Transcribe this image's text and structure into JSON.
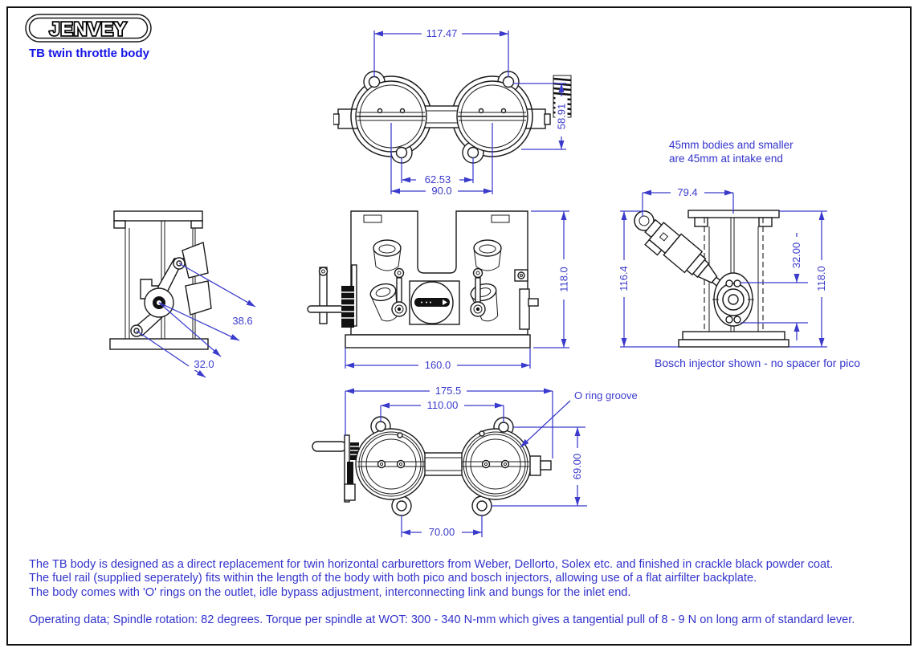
{
  "header": {
    "logo": "JENVEY",
    "title": "TB twin throttle body"
  },
  "views": {
    "plan": {
      "dim_flange_hole_span": "117.47",
      "dim_depth": "58.91",
      "dim_lower_hole_span": "62.53",
      "dim_bore_span": "90.0"
    },
    "side": {
      "dim_long_arm": "38.6",
      "dim_short_arm": "32.0"
    },
    "front": {
      "dim_height": "118.0",
      "dim_length": "160.0"
    },
    "injector": {
      "note_line1": "45mm bodies and smaller",
      "note_line2": "are 45mm at intake end",
      "dim_width": "79.4",
      "dim_injector_height": "116.4",
      "dim_port_spacing": "32.00",
      "dim_height": "118.0",
      "caption": "Bosch injector shown - no spacer for pico"
    },
    "outlet": {
      "dim_overall_length": "175.5",
      "dim_upper_hole_span": "110.00",
      "dim_diagonal_offset": "69.00",
      "dim_lower_hole_span": "70.00",
      "label_oring": "O ring groove"
    }
  },
  "description": {
    "line1": "The TB body is designed as a direct replacement for twin horizontal carburettors from Weber, Dellorto, Solex etc. and finished in crackle black powder coat.",
    "line2": "The fuel rail (supplied seperately) fits within the length of the body with both pico and bosch injectors, allowing use of a flat airfilter backplate.",
    "line3": "The body comes with 'O' rings on the outlet, idle bypass adjustment, interconnecting link and bungs for the inlet end.",
    "operating_data": "Operating data; Spindle rotation: 82 degrees. Torque per spindle at WOT: 300 - 340 N-mm which gives a tangential pull of 8 - 9 N on long arm of standard lever."
  },
  "colors": {
    "dimension_blue": "#3a3acc",
    "body_text_blue": "#3333cc",
    "title_blue": "#1414e6",
    "drawing_black": "#1a1a1a"
  }
}
